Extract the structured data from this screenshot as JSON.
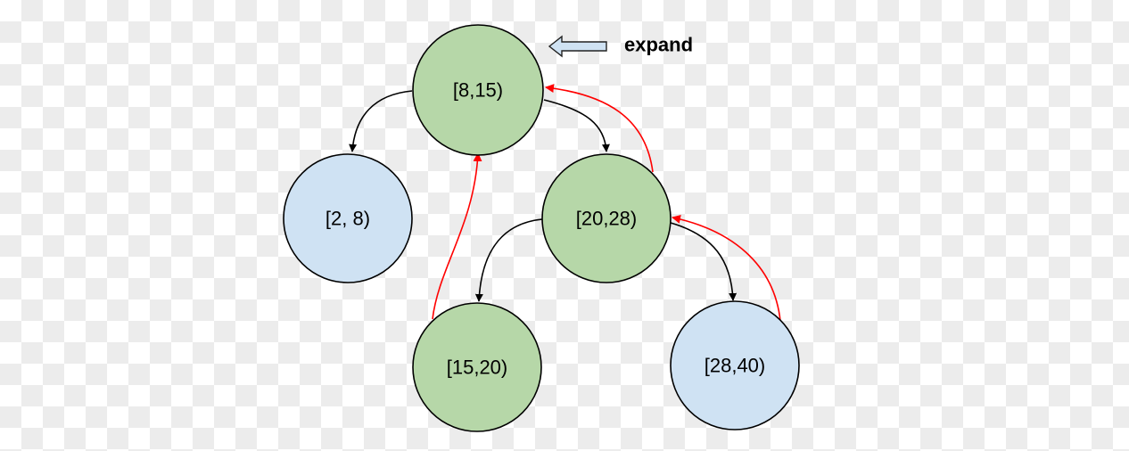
{
  "colors": {
    "expanded_fill": "#b6d7a8",
    "leaf_fill": "#cfe2f3",
    "node_stroke": "#000000",
    "child_edge": "#000000",
    "parent_edge": "#ff0000",
    "callout_arrow_fill": "#cfe2f3"
  },
  "callout": {
    "label": "expand",
    "icon": "left-arrow-icon"
  },
  "nodes": {
    "n_8_15": {
      "label": "[8,15)",
      "state": "expanded"
    },
    "n_2_8": {
      "label": "[2, 8)",
      "state": "leaf"
    },
    "n_20_28": {
      "label": "[20,28)",
      "state": "expanded"
    },
    "n_15_20": {
      "label": "[15,20)",
      "state": "expanded"
    },
    "n_28_40": {
      "label": "[28,40)",
      "state": "leaf"
    }
  },
  "edges": [
    {
      "from": "n_8_15",
      "to": "n_2_8",
      "kind": "child"
    },
    {
      "from": "n_8_15",
      "to": "n_20_28",
      "kind": "child"
    },
    {
      "from": "n_20_28",
      "to": "n_15_20",
      "kind": "child"
    },
    {
      "from": "n_20_28",
      "to": "n_28_40",
      "kind": "child"
    },
    {
      "from": "n_20_28",
      "to": "n_8_15",
      "kind": "parent"
    },
    {
      "from": "n_15_20",
      "to": "n_8_15",
      "kind": "parent"
    },
    {
      "from": "n_28_40",
      "to": "n_20_28",
      "kind": "parent"
    }
  ]
}
